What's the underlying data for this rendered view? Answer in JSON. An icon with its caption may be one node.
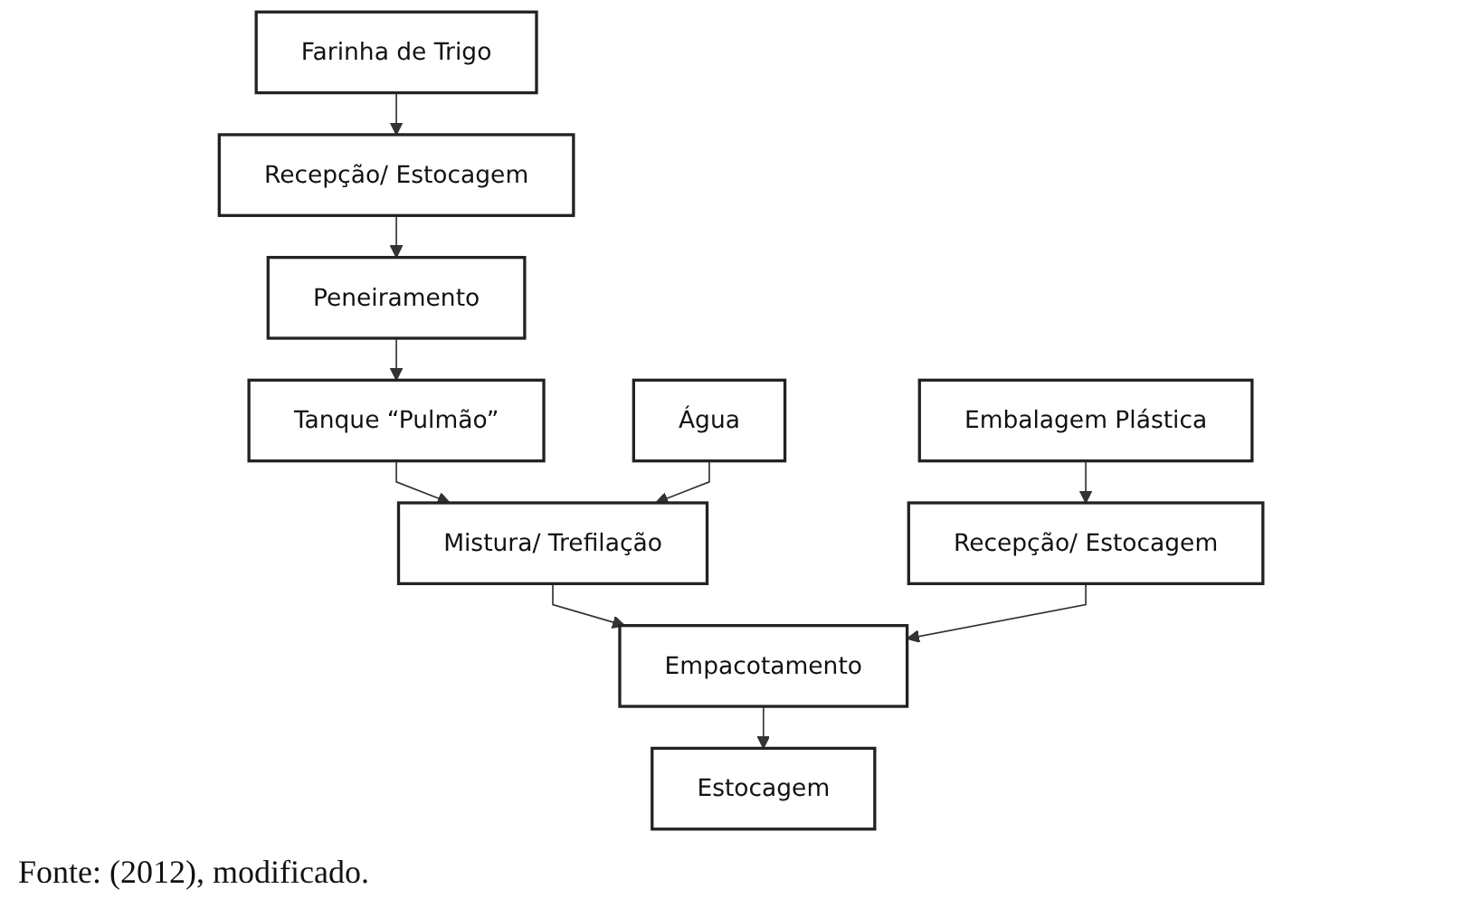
{
  "diagram": {
    "caption": "Fonte: (2012), modificado.",
    "nodes": [
      {
        "text": [
          "Farinha de Trigo"
        ]
      },
      {
        "text": [
          "Recepção/ Estocagem"
        ]
      },
      {
        "text": [
          "Peneiramento"
        ]
      },
      {
        "text": [
          "Tanque “Pulmão”"
        ]
      },
      {
        "text": [
          "Mistura/ Trefilação"
        ]
      },
      {
        "text": [
          "Empacotamento"
        ]
      },
      {
        "text": [
          "Estocagem"
        ]
      },
      {
        "text": [
          "Água"
        ]
      },
      {
        "text": [
          "Embalagem Plástica"
        ]
      },
      {
        "text": [
          "Recepção/ Estocagem"
        ]
      }
    ],
    "edges": [
      {
        "from": 0,
        "to": 1,
        "arrow": "to"
      },
      {
        "from": 1,
        "to": 2,
        "arrow": "to"
      },
      {
        "from": 2,
        "to": 3,
        "arrow": "to"
      },
      {
        "from": 3,
        "to": 4,
        "arrow": "to"
      },
      {
        "from": 4,
        "to": 5,
        "arrow": "to"
      },
      {
        "from": 5,
        "to": 6,
        "arrow": "to"
      },
      {
        "from": 7,
        "to": 4,
        "arrow": "to"
      },
      {
        "from": 8,
        "to": 9,
        "arrow": "to"
      },
      {
        "from": 9,
        "to": 5,
        "arrow": "to"
      }
    ]
  }
}
